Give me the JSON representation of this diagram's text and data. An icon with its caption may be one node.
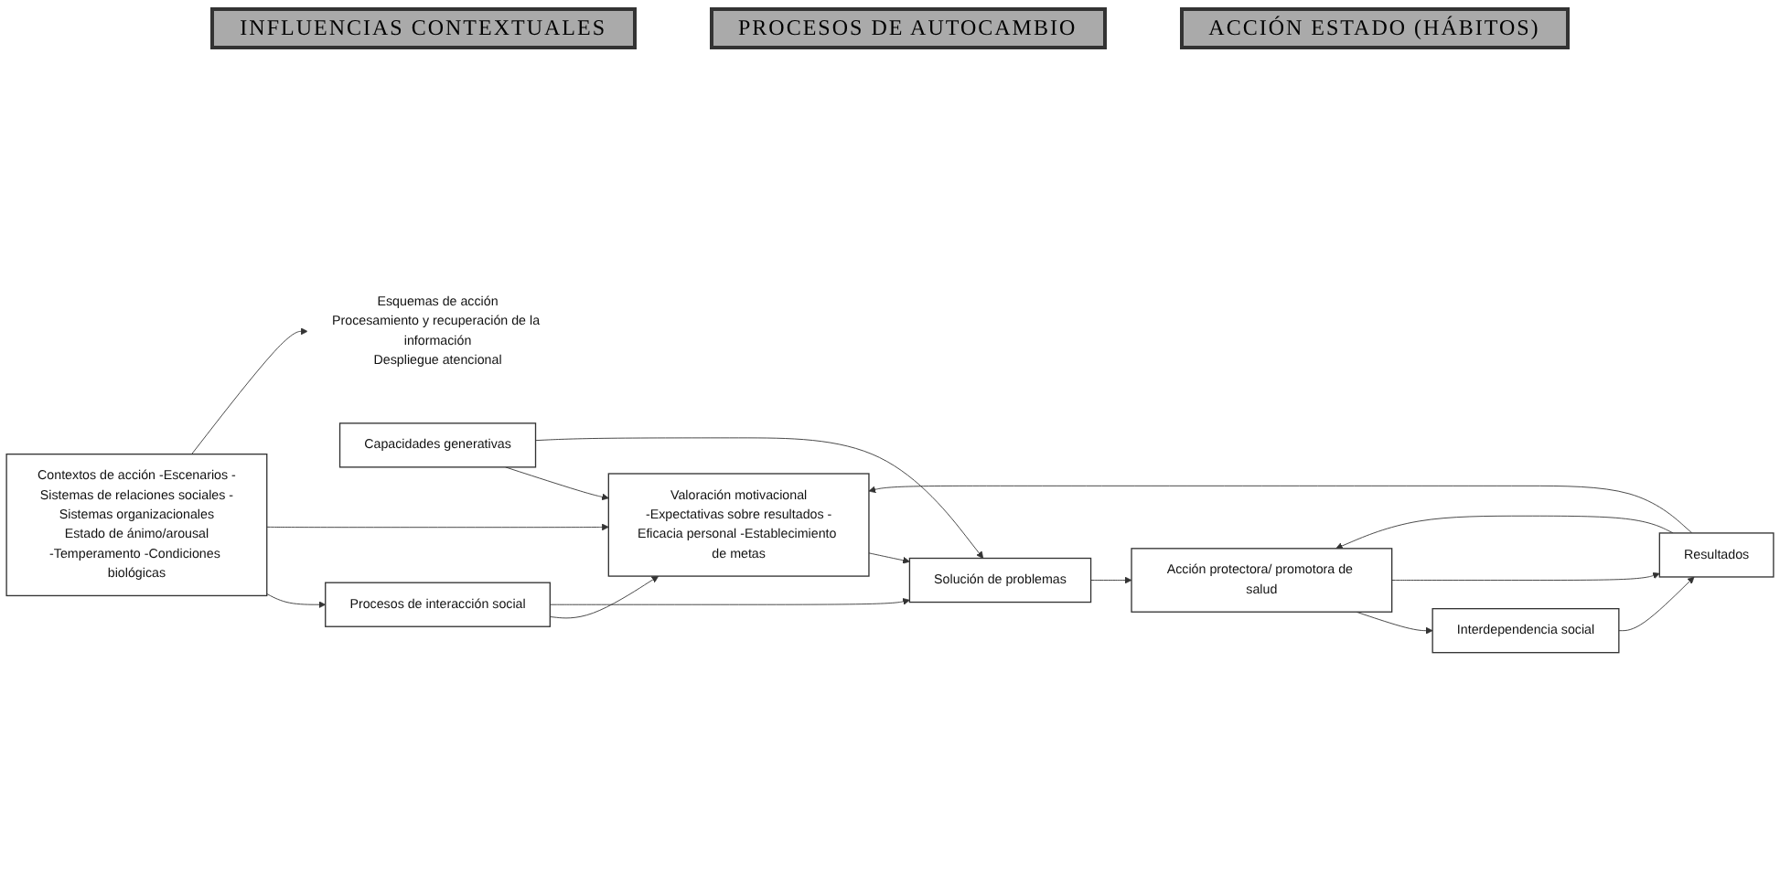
{
  "diagram": {
    "nodes": [
      {
        "text": [
          "Contextos de acción -Escenarios -Sistemas de relaciones sociales -Sistemas organizacionales",
          "Estado de ánimo/arousal",
          "-Temperamento -Condiciones biológicas"
        ]
      },
      {
        "text": [
          "Procesos de interacción social"
        ]
      },
      {
        "text": [
          "Interdependencia social"
        ]
      },
      {
        "text": [
          "Valoración motivacional",
          "-Expectativas sobre resultados -Eficacia personal -Establecimiento de metas"
        ]
      },
      {
        "text": [
          "Solución de problemas"
        ]
      },
      {
        "text": [
          "Acción protectora/ promotora de salud"
        ]
      },
      {
        "text": [
          "Resultados"
        ]
      },
      {
        "text": [
          "Capacidades generativas"
        ]
      },
      {
        "text": [
          "Esquemas de acción",
          "Procesamiento y recuperación de la información",
          "Despliegue atencional"
        ]
      }
    ],
    "edges": [
      {
        "from": 0,
        "to": 1,
        "arrow": "to"
      },
      {
        "from": 0,
        "to": 3,
        "arrow": "to"
      },
      {
        "from": 0,
        "to": 8,
        "arrow": "to"
      },
      {
        "from": 1,
        "to": 3,
        "arrow": "to"
      },
      {
        "from": 1,
        "to": 4,
        "arrow": "to"
      },
      {
        "from": 6,
        "to": 3,
        "arrow": "to"
      },
      {
        "from": 3,
        "to": 4,
        "arrow": "to"
      },
      {
        "from": 4,
        "to": 5,
        "arrow": "to"
      },
      {
        "from": 5,
        "to": 2,
        "arrow": "to"
      },
      {
        "from": 2,
        "to": 6,
        "arrow": "to"
      },
      {
        "from": 5,
        "to": 6,
        "arrow": "to"
      },
      {
        "from": 6,
        "to": 5,
        "arrow": "to"
      },
      {
        "from": 7,
        "to": 3,
        "arrow": "to"
      },
      {
        "from": 7,
        "to": 4,
        "arrow": "to"
      }
    ],
    "labels": [
      "INFLUENCIAS CONTEXTUALES",
      "PROCESOS DE AUTOCAMBIO",
      "ACCIÓN ESTADO (HÁBITOS)"
    ]
  }
}
